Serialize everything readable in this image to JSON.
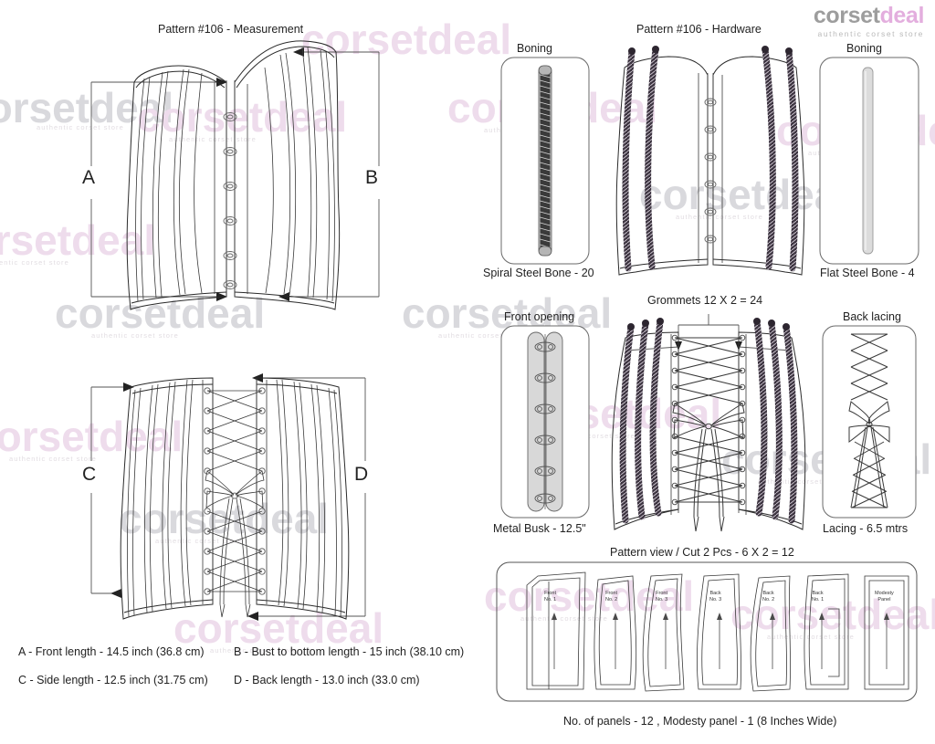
{
  "brand": {
    "name_part1": "corset",
    "name_part2": "deal",
    "tagline": "authentic corset store",
    "watermark_text": "corsetdeal",
    "watermark_sub": "authentic corset store",
    "color_gray": "#9d9d9d",
    "color_pink": "#e3aede"
  },
  "left_section": {
    "title": "Pattern #106 -  Measurement",
    "front_view": {
      "dim_left_label": "A",
      "dim_right_label": "B"
    },
    "back_view": {
      "dim_left_label": "C",
      "dim_right_label": "D"
    },
    "measurements": [
      {
        "key": "A",
        "text": "A - Front length - 14.5 inch (36.8 cm)"
      },
      {
        "key": "B",
        "text": "B - Bust to bottom length - 15 inch (38.10 cm)"
      },
      {
        "key": "C",
        "text": "C - Side length - 12.5 inch (31.75 cm)"
      },
      {
        "key": "D",
        "text": "D - Back length - 13.0 inch (33.0 cm)"
      }
    ]
  },
  "right_section": {
    "title": "Pattern #106 -  Hardware",
    "boning_left": {
      "header": "Boning",
      "caption": "Spiral Steel Bone - 20"
    },
    "boning_right": {
      "header": "Boning",
      "caption": "Flat Steel Bone - 4"
    },
    "front_opening": {
      "header": "Front opening",
      "caption": "Metal Busk - 12.5\""
    },
    "back_lacing": {
      "header": "Back lacing",
      "caption": "Lacing - 6.5 mtrs"
    },
    "grommets_label": "Grommets 12 X 2 = 24",
    "pattern_view": {
      "title": "Pattern view  /  Cut 2 Pcs - 6 X 2 = 12",
      "footer": "No. of panels - 12  , Modesty panel - 1 (8 Inches Wide)",
      "panels": [
        {
          "line1": "Front",
          "line2": "No. 1"
        },
        {
          "line1": "Front",
          "line2": "No. 2"
        },
        {
          "line1": "Front",
          "line2": "No. 3"
        },
        {
          "line1": "Back",
          "line2": "No. 3"
        },
        {
          "line1": "Back",
          "line2": "No. 2"
        },
        {
          "line1": "Back",
          "line2": "No. 1"
        },
        {
          "line1": "Modesty",
          "line2": "Panel"
        }
      ]
    }
  }
}
